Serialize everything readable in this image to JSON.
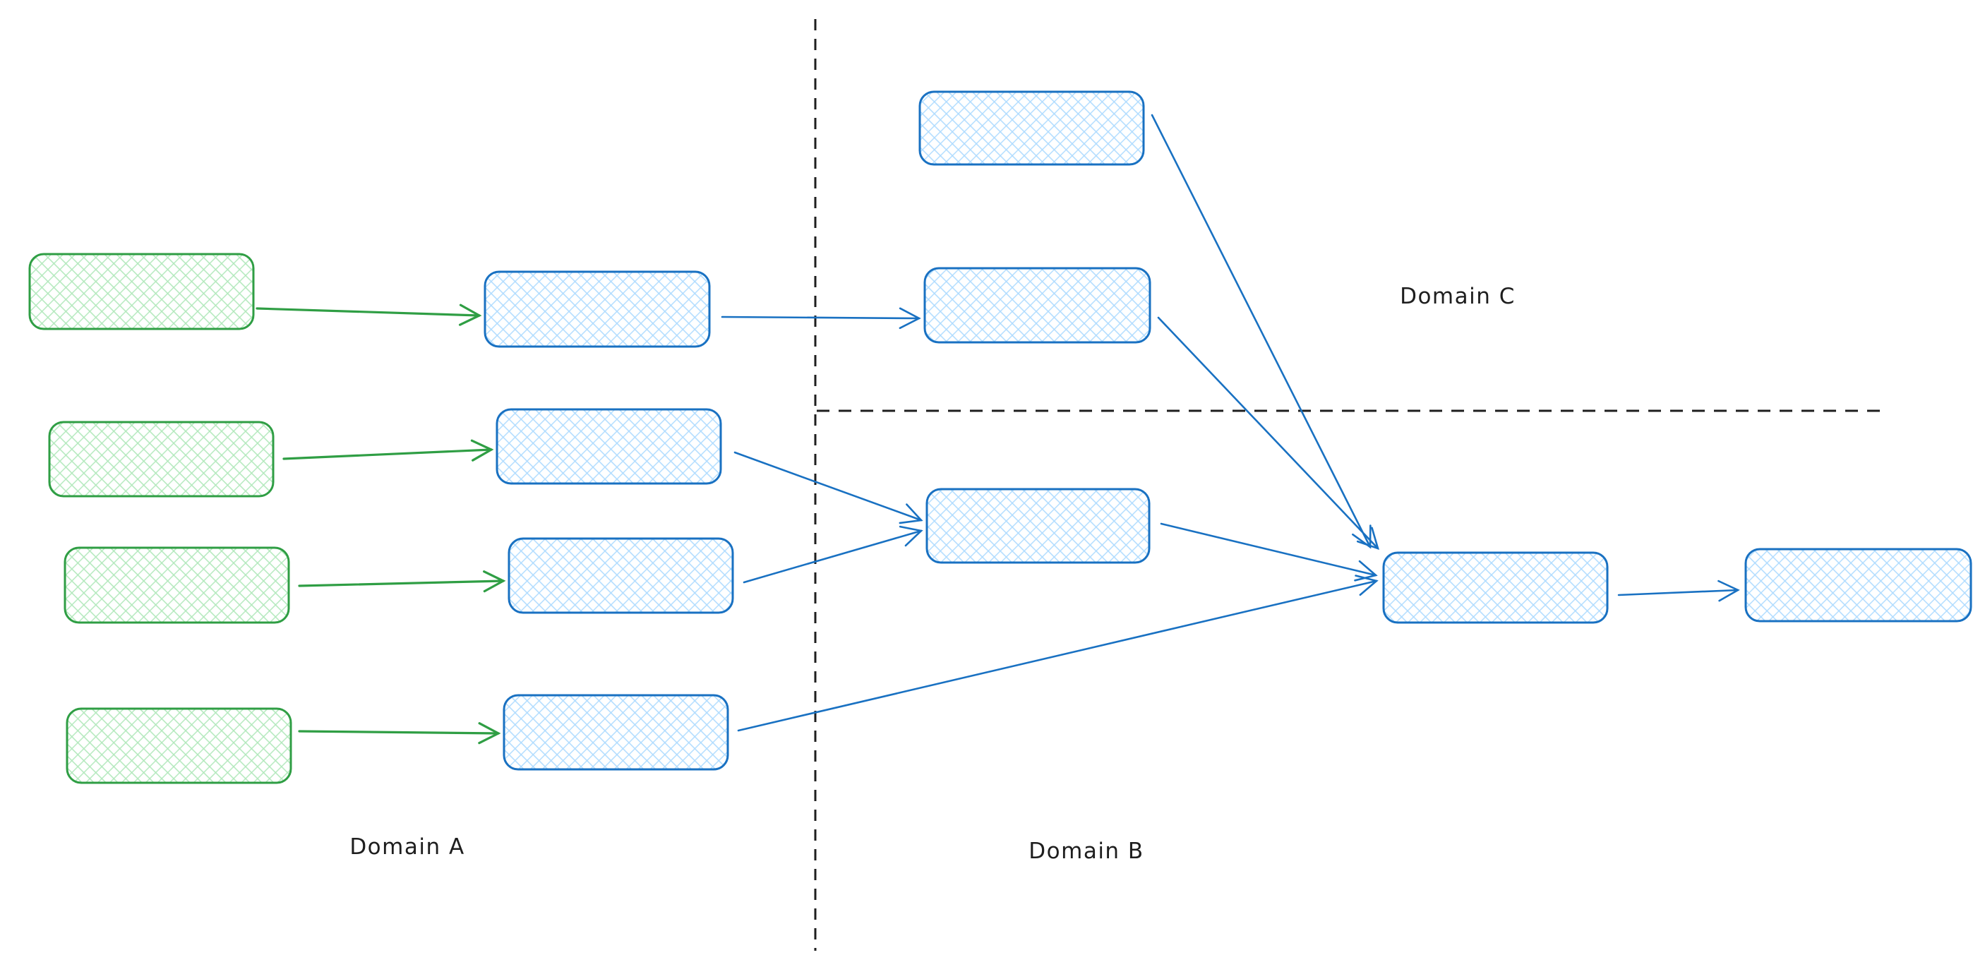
{
  "diagram": {
    "labels": {
      "domain_a": "Domain A",
      "domain_b": "Domain B",
      "domain_c": "Domain C"
    },
    "colors": {
      "background": "#ffffff",
      "green_stroke": "#2f9e44",
      "green_hatch": "#a9e6b4",
      "blue_stroke": "#1971c2",
      "blue_hatch": "#a5d8ff",
      "divider": "#1e1e1e",
      "text": "#1e1e1e"
    },
    "nodes": [
      {
        "id": "a-input-1",
        "domain": "Domain A",
        "color": "green",
        "label": ""
      },
      {
        "id": "a-input-2",
        "domain": "Domain A",
        "color": "green",
        "label": ""
      },
      {
        "id": "a-input-3",
        "domain": "Domain A",
        "color": "green",
        "label": ""
      },
      {
        "id": "a-input-4",
        "domain": "Domain A",
        "color": "green",
        "label": ""
      },
      {
        "id": "a-process-1",
        "domain": "Domain A",
        "color": "blue",
        "label": ""
      },
      {
        "id": "a-process-2",
        "domain": "Domain A",
        "color": "blue",
        "label": ""
      },
      {
        "id": "a-process-3",
        "domain": "Domain A",
        "color": "blue",
        "label": ""
      },
      {
        "id": "a-process-4",
        "domain": "Domain A",
        "color": "blue",
        "label": ""
      },
      {
        "id": "c-box-1",
        "domain": "Domain C",
        "color": "blue",
        "label": ""
      },
      {
        "id": "c-box-2",
        "domain": "Domain C",
        "color": "blue",
        "label": ""
      },
      {
        "id": "b-box-1",
        "domain": "Domain B",
        "color": "blue",
        "label": ""
      },
      {
        "id": "b-aggregator",
        "domain": "Domain B",
        "color": "blue",
        "label": ""
      },
      {
        "id": "b-output",
        "domain": "Domain B",
        "color": "blue",
        "label": ""
      }
    ],
    "edges": [
      {
        "from": "a-input-1",
        "to": "a-process-1",
        "color": "green"
      },
      {
        "from": "a-input-2",
        "to": "a-process-2",
        "color": "green"
      },
      {
        "from": "a-input-3",
        "to": "a-process-3",
        "color": "green"
      },
      {
        "from": "a-input-4",
        "to": "a-process-4",
        "color": "green"
      },
      {
        "from": "a-process-1",
        "to": "c-box-2",
        "color": "blue"
      },
      {
        "from": "a-process-2",
        "to": "b-box-1",
        "color": "blue"
      },
      {
        "from": "a-process-3",
        "to": "b-box-1",
        "color": "blue"
      },
      {
        "from": "a-process-4",
        "to": "b-aggregator",
        "color": "blue"
      },
      {
        "from": "c-box-1",
        "to": "b-aggregator",
        "color": "blue"
      },
      {
        "from": "c-box-2",
        "to": "b-aggregator",
        "color": "blue"
      },
      {
        "from": "b-box-1",
        "to": "b-aggregator",
        "color": "blue"
      },
      {
        "from": "b-aggregator",
        "to": "b-output",
        "color": "blue"
      }
    ]
  }
}
